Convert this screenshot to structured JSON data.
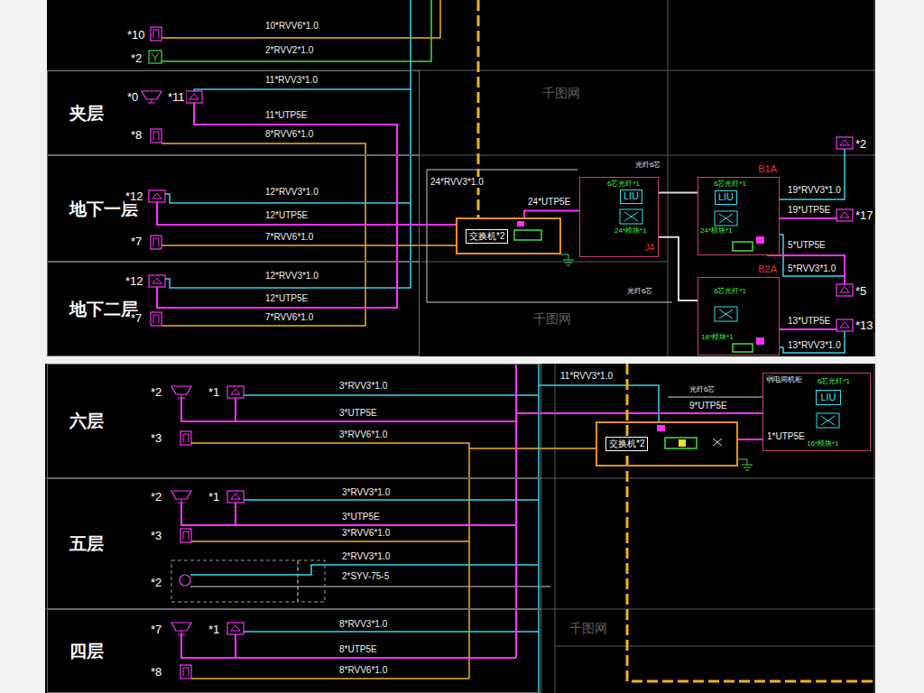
{
  "diagram": {
    "nodes": [
      {
        "text": [
          "夹层"
        ]
      },
      {
        "text": [
          "地下一层"
        ]
      },
      {
        "text": [
          "地下二层"
        ]
      },
      {
        "text": [
          "交换机*2"
        ]
      },
      {
        "text": [
          "J4"
        ]
      },
      {
        "text": [
          "LIU"
        ],
        "in": 4
      },
      {
        "text": [
          "B1A"
        ]
      },
      {
        "text": [
          "LIU"
        ],
        "in": 6
      },
      {
        "text": [
          "B2A"
        ]
      },
      {
        "text": [
          "六层"
        ]
      },
      {
        "text": [
          "五层"
        ]
      },
      {
        "text": [
          "四层"
        ]
      },
      {
        "text": [
          "交换机*2"
        ]
      },
      {
        "text": [
          "弱电间机柜"
        ]
      },
      {
        "text": [
          "LIU"
        ],
        "in": 13
      }
    ],
    "edges": [
      {
        "from": 3,
        "to": 4,
        "label": "24*UTP5E",
        "arrow": "none"
      },
      {
        "from": 4,
        "to": 6,
        "arrow": "none"
      },
      {
        "from": 4,
        "to": 8,
        "arrow": "none"
      },
      {
        "from": 12,
        "to": 13,
        "arrow": "none"
      }
    ],
    "labels": [
      "*10",
      "10*RVV6*1.0",
      "*2",
      "2*RVV2*1.0",
      "*0",
      "*11",
      "11*RVV3*1.0",
      "11*UTP5E",
      "*8",
      "8*RVV6*1.0",
      "*12",
      "12*RVV3*1.0",
      "12*UTP5E",
      "*7",
      "7*RVV6*1.0",
      "*12",
      "12*RVV3*1.0",
      "12*UTP5E",
      "*7",
      "7*RVV6*1.0",
      "24*RVV3*1.0",
      "光纤6芯",
      "6芯光纤*1",
      "24*模块*1",
      "光纤6芯",
      "6芯光纤*1",
      "24*模块*1",
      "6芯光纤*1",
      "18*模块*1",
      "*2",
      "19*RVV3*1.0",
      "19*UTP5E",
      "*17",
      "5*UTP5E",
      "5*RVV3*1.0",
      "*5",
      "13*UTP5E",
      "*13",
      "13*RVV3*1.0",
      "*2",
      "*1",
      "3*RVV3*1.0",
      "3*UTP5E",
      "*3",
      "3*RVV6*1.0",
      "*2",
      "*1",
      "3*RVV3*1.0",
      "3*UTP5E",
      "*3",
      "3*RVV6*1.0",
      "2*RVV3*1.0",
      "2*SYV-75-5",
      "*2",
      "*7",
      "*1",
      "8*RVV3*1.0",
      "8*UTP5E",
      "*8",
      "8*RVV6*1.0",
      "11*RVV3*1.0",
      "光纤6芯",
      "9*UTP5E",
      "1*UTP5E",
      "6芯光纤*1",
      "16*模块*1",
      "千图网",
      "千图网",
      "千图网"
    ]
  }
}
